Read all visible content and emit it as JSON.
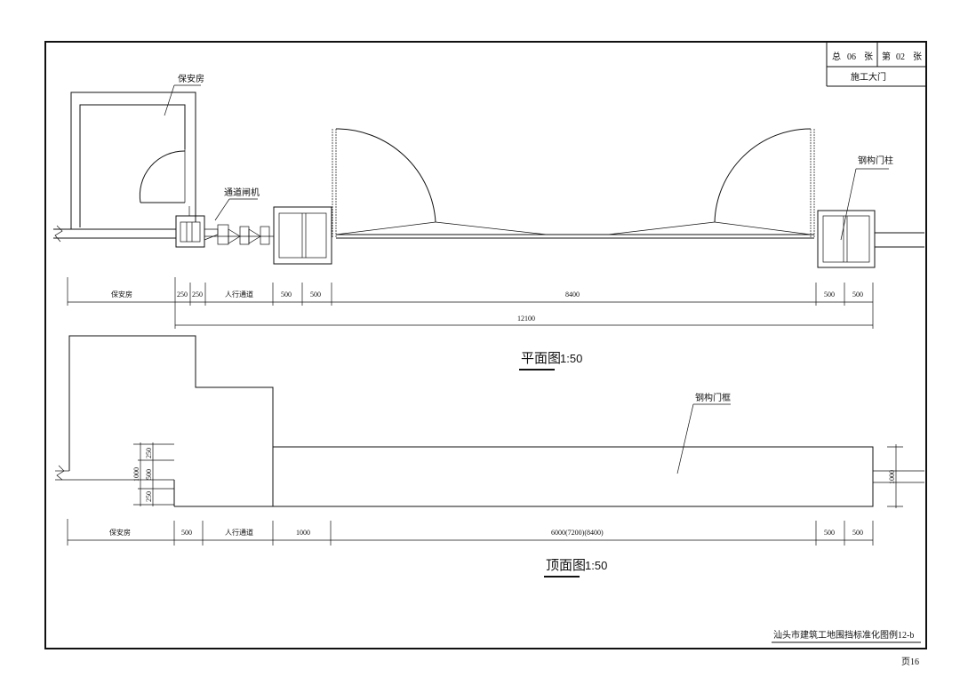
{
  "title_block": {
    "total_label": "总",
    "total_count": "06",
    "total_unit": "张",
    "sheet_label": "第",
    "sheet_number": "02",
    "sheet_unit": "张",
    "drawing_name": "施工大门"
  },
  "plan": {
    "title": "平面图",
    "scale": "1:50",
    "labels": {
      "guard_room": "保安房",
      "turnstile": "通道闸机",
      "steel_column": "钢构门柱"
    },
    "dimensions": {
      "guard_room": "保安房",
      "d250a": "250",
      "d250b": "250",
      "walkway": "人行通道",
      "d500a": "500",
      "d500b": "500",
      "span": "8400",
      "d500c": "500",
      "d500d": "500",
      "overall": "12100"
    }
  },
  "top": {
    "title": "顶面图",
    "scale": "1:50",
    "labels": {
      "steel_frame": "钢构门框"
    },
    "dimensions": {
      "guard_room": "保安房",
      "d500a": "500",
      "walkway": "人行通道",
      "d1000": "1000",
      "span": "6000(7200)(8400)",
      "d500b": "500",
      "d500c": "500"
    },
    "vertical_dims": {
      "d250a": "250",
      "d500": "500",
      "d250b": "250",
      "d1000": "1000",
      "right": "1000"
    }
  },
  "footer": {
    "caption": "汕头市建筑工地围挡标准化图例12-b",
    "page": "页16"
  }
}
